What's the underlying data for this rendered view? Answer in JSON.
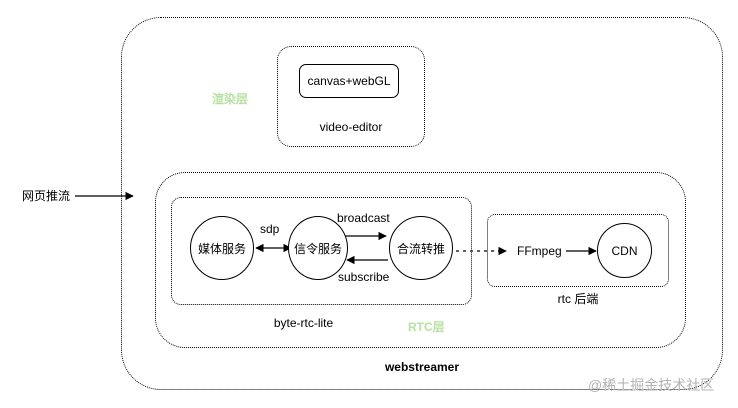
{
  "diagram": {
    "containers": {
      "outer": {
        "label": "webstreamer"
      },
      "render_layer": {
        "label": "渲染层"
      },
      "video_editor": {
        "label": "video-editor",
        "inner_box": "canvas+webGL"
      },
      "rtc_layer": {
        "label": "RTC层"
      },
      "byte_rtc_lite": {
        "label": "byte-rtc-lite"
      },
      "rtc_backend": {
        "label": "rtc 后端"
      }
    },
    "nodes": {
      "media_service": "媒体服务",
      "signal_service": "信令服务",
      "merge_push": "合流转推",
      "ffmpeg": "FFmpeg",
      "cdn": "CDN"
    },
    "edges": {
      "web_push": "网页推流",
      "sdp": "sdp",
      "broadcast": "broadcast",
      "subscribe": "subscribe"
    },
    "colors": {
      "accent_label": "#b7e1a1",
      "stroke": "#000000"
    }
  },
  "watermark": "@稀土掘金技术社区"
}
